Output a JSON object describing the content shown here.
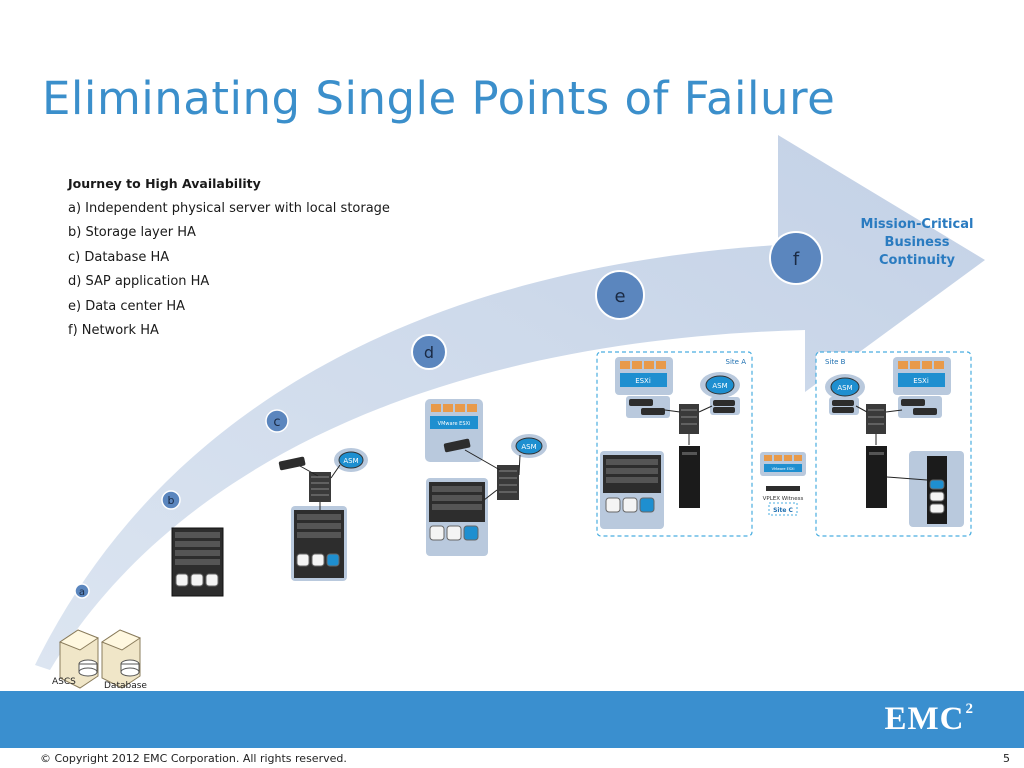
{
  "slide": {
    "title": "Eliminating Single Points of Failure",
    "copyright": "© Copyright 2012 EMC Corporation. All rights reserved.",
    "page_number": "5",
    "logo": {
      "text": "EMC",
      "superscript": "2"
    }
  },
  "journey": {
    "heading": "Journey to High Availability",
    "items": [
      "a)  Independent physical server with local storage",
      "b)  Storage layer HA",
      "c)  Database HA",
      "d)  SAP application HA",
      "e)  Data center HA",
      "f)  Network HA"
    ]
  },
  "arrow": {
    "goal": [
      "Mission-Critical",
      "Business",
      "Continuity"
    ],
    "steps": [
      "a",
      "b",
      "c",
      "d",
      "e",
      "f"
    ]
  },
  "stage_a": {
    "labels": [
      "ASCS",
      "Database"
    ]
  },
  "stage_d": {
    "esx_label": "VMware ESXi",
    "asm_label": "ASM"
  },
  "stage_c": {
    "asm_label": "ASM"
  },
  "stage_e": {
    "site_label": "Site A",
    "esx_label": "ESXi",
    "asm_label": "ASM"
  },
  "witness": {
    "box_label": "VMware ESXi",
    "label": "VPLEX Witness",
    "site": "Site C"
  },
  "stage_f": {
    "site_label": "Site B",
    "esx_label": "ESXi",
    "asm_label": "ASM"
  },
  "colors": {
    "title": "#3b8fcb",
    "footer_bar": "#3a8fcf",
    "arrow": "#c9d6e8",
    "step_circle": "#5b86be",
    "goal_text": "#2a7bc0"
  }
}
